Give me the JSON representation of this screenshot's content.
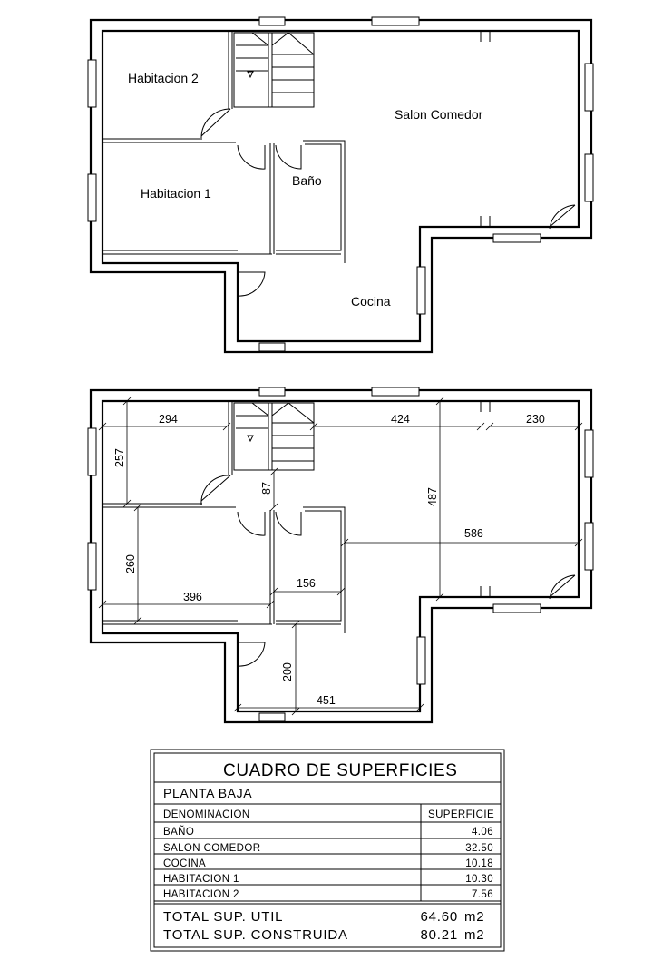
{
  "plan_top": {
    "rooms": [
      {
        "key": "hab2",
        "label": "Habitacion 2"
      },
      {
        "key": "salon",
        "label": "Salon Comedor"
      },
      {
        "key": "bano",
        "label": "Baño"
      },
      {
        "key": "hab1",
        "label": "Habitacion 1"
      },
      {
        "key": "cocina",
        "label": "Cocina"
      }
    ]
  },
  "plan_bottom": {
    "dimensions": [
      "294",
      "424",
      "230",
      "257",
      "87",
      "487",
      "586",
      "260",
      "156",
      "396",
      "200",
      "451"
    ]
  },
  "table": {
    "title": "CUADRO DE SUPERFICIES",
    "subtitle": "PLANTA BAJA",
    "header_name": "DENOMINACION",
    "header_area": "SUPERFICIE",
    "rows": [
      {
        "name": "BAÑO",
        "area": "4.06"
      },
      {
        "name": "SALON COMEDOR",
        "area": "32.50"
      },
      {
        "name": "COCINA",
        "area": "10.18"
      },
      {
        "name": "HABITACION 1",
        "area": "10.30"
      },
      {
        "name": "HABITACION 2",
        "area": "7.56"
      }
    ],
    "total_util_label": "TOTAL SUP. UTIL",
    "total_util_value": "64.60",
    "total_built_label": "TOTAL SUP. CONSTRUIDA",
    "total_built_value": "80.21",
    "unit": "m2"
  }
}
